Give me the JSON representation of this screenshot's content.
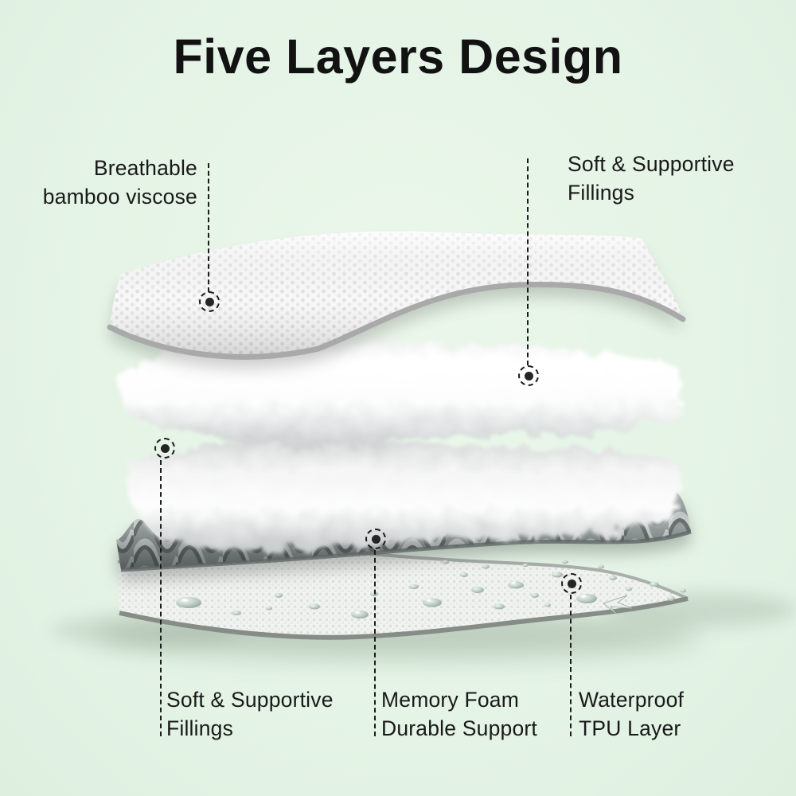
{
  "title": "Five Layers Design",
  "labels": {
    "breathable": {
      "line1": "Breathable",
      "line2": "bamboo viscose"
    },
    "fillings_top": {
      "line1": "Soft & Supportive",
      "line2": "Fillings"
    },
    "fillings_bottom": {
      "line1": "Soft & Supportive",
      "line2": "Fillings"
    },
    "memory_foam": {
      "line1": "Memory Foam",
      "line2": "Durable Support"
    },
    "waterproof": {
      "line1": "Waterproof",
      "line2": "TPU Layer"
    }
  },
  "colors": {
    "background": "#e5f4e6",
    "title_text": "#121212",
    "label_text": "#191919",
    "leader_line": "#1c1c1c",
    "fabric_white": "#fafafa",
    "foam_gray": "#98a09f",
    "shadow_green": "#7d927f"
  }
}
